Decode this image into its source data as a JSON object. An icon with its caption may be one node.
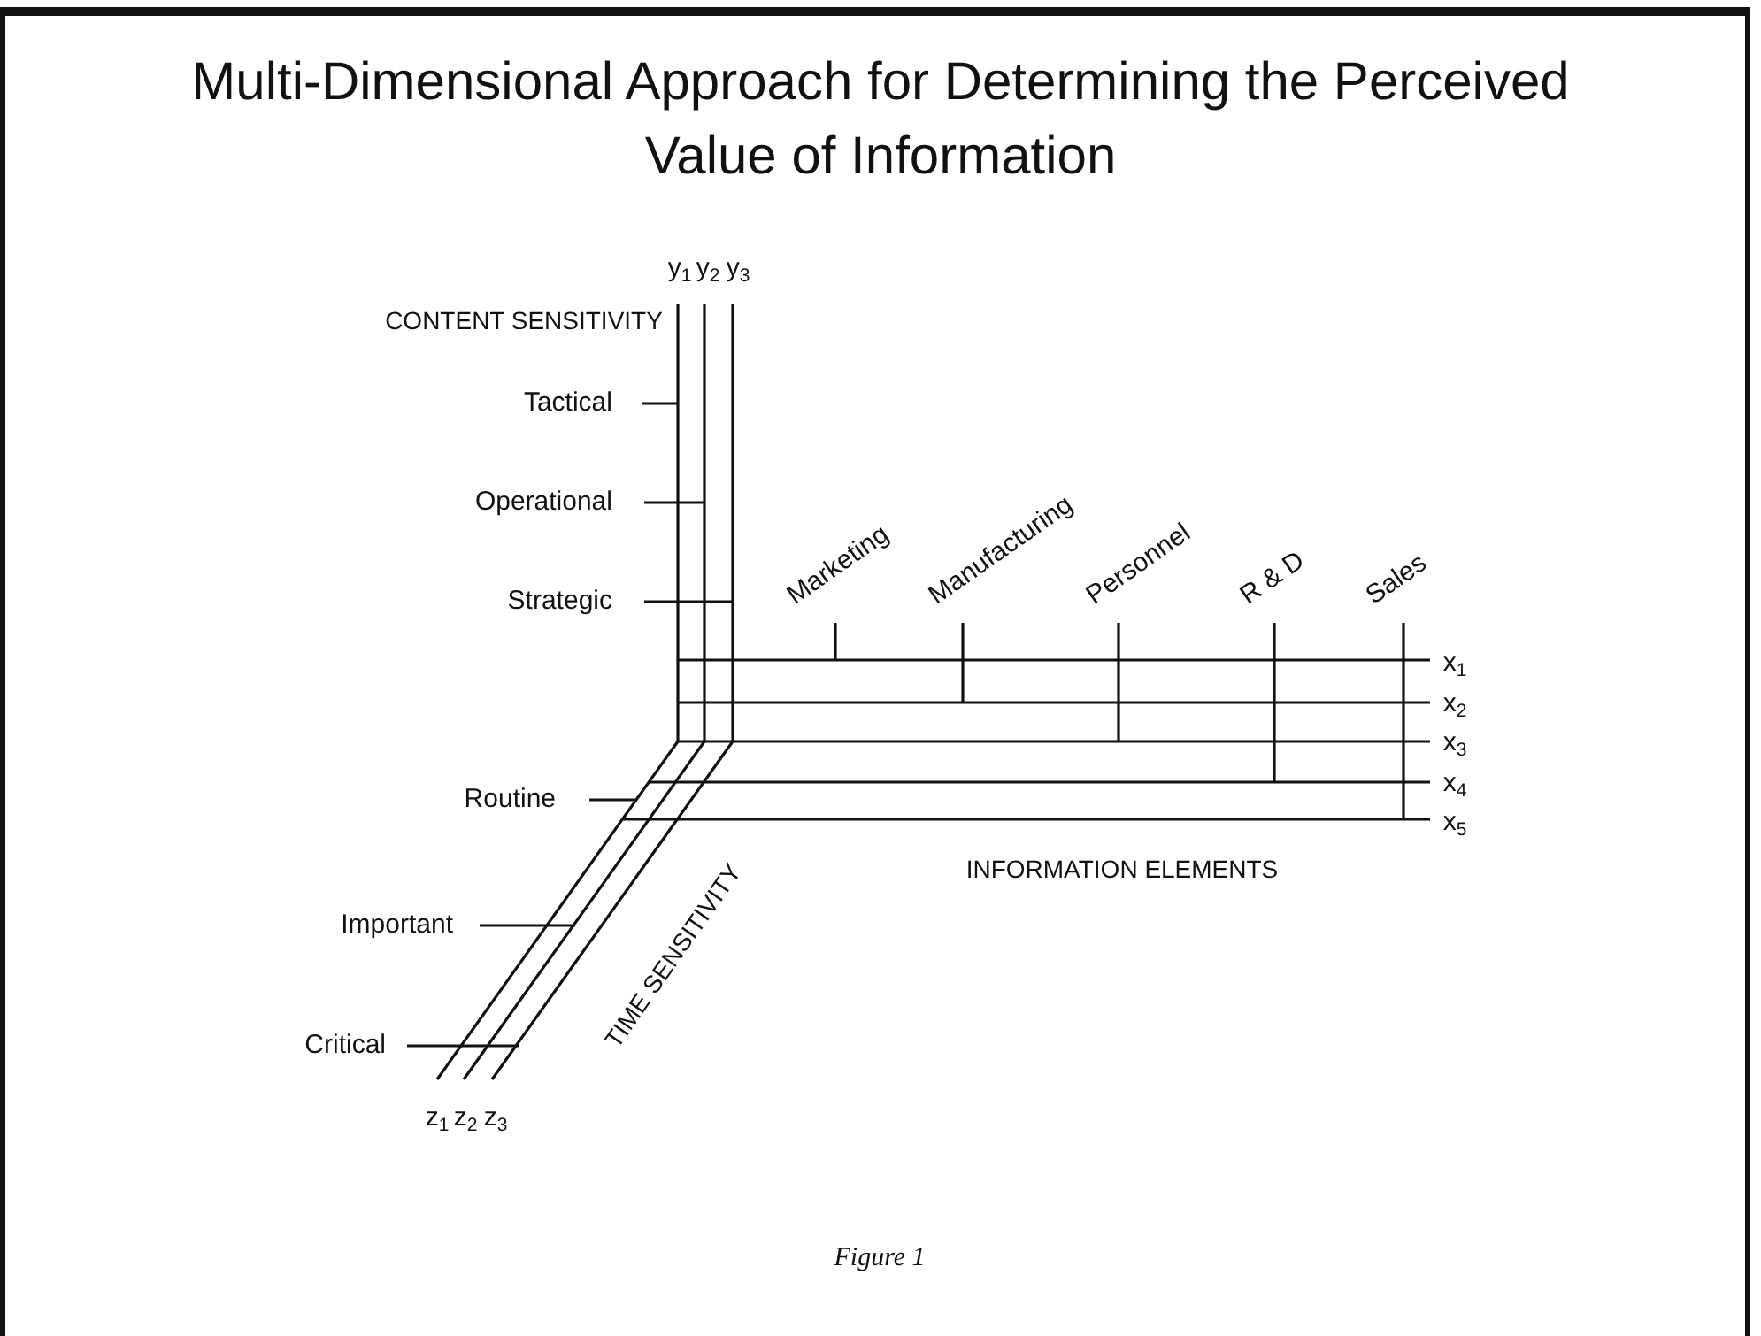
{
  "diagram": {
    "title": "Multi-Dimensional Approach for Determining the Perceived Value of Information",
    "nodes": [
      {
        "text": [
          "Tactical"
        ]
      },
      {
        "text": [
          "Operational"
        ]
      },
      {
        "text": [
          "Strategic"
        ]
      },
      {
        "text": [
          "Marketing"
        ]
      },
      {
        "text": [
          "Manufacturing"
        ]
      },
      {
        "text": [
          "Personnel"
        ]
      },
      {
        "text": [
          "R & D"
        ]
      },
      {
        "text": [
          "Sales"
        ]
      },
      {
        "text": [
          "Routine"
        ]
      },
      {
        "text": [
          "Important"
        ]
      },
      {
        "text": [
          "Critical"
        ]
      }
    ],
    "edges": [
      {
        "from": 0,
        "to": null,
        "arrow": "none"
      },
      {
        "from": 1,
        "to": null,
        "arrow": "none"
      },
      {
        "from": 2,
        "to": null,
        "arrow": "none"
      },
      {
        "from": 3,
        "to": null,
        "arrow": "none"
      },
      {
        "from": 4,
        "to": null,
        "arrow": "none"
      },
      {
        "from": 5,
        "to": null,
        "arrow": "none"
      },
      {
        "from": 6,
        "to": null,
        "arrow": "none"
      },
      {
        "from": 7,
        "to": null,
        "arrow": "none"
      },
      {
        "from": 8,
        "to": null,
        "arrow": "none"
      },
      {
        "from": 9,
        "to": null,
        "arrow": "none"
      },
      {
        "from": 10,
        "to": null,
        "arrow": "none"
      }
    ],
    "labels": [
      "y$_{1}$",
      "y$_{2}$",
      "y$_{3}$",
      "CONTENT SENSITIVITY",
      "x$_{1}$",
      "x$_{2}$",
      "x$_{3}$",
      "x$_{4}$",
      "x$_{5}$",
      "INFORMATION ELEMENTS",
      "TIME SENSITIVITY",
      "z$_{1}$",
      "z$_{2}$",
      "z$_{3}$",
      "Figure 1"
    ]
  }
}
